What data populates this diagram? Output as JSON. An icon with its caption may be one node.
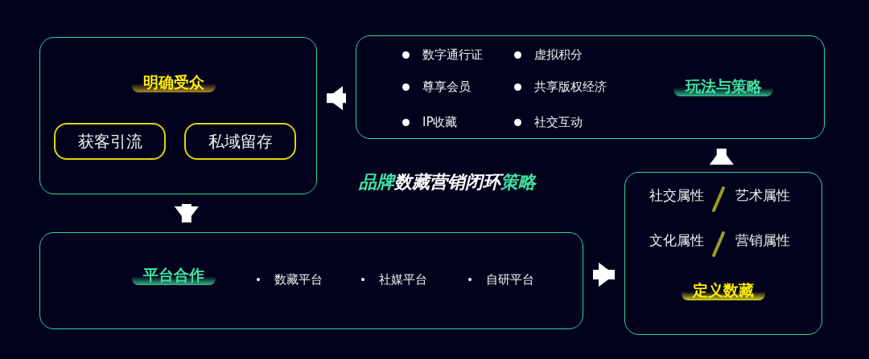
{
  "diagram": {
    "title": "**品牌**数藏营销闭环**策略**",
    "nodes": [
      {
        "text": [
          "明确受众"
        ]
      },
      {
        "text": [
          "获客引流"
        ],
        "in": 0
      },
      {
        "text": [
          "私域留存"
        ],
        "in": 0
      },
      {
        "text": [
          "玩法与策略",
          "数字通行证",
          "虚拟积分",
          "尊享会员",
          "共享版权经济",
          "IP收藏",
          "社交互动"
        ]
      },
      {
        "text": [
          "平台合作",
          "数藏平台",
          "社媒平台",
          "自研平台"
        ]
      },
      {
        "text": [
          "定义数藏",
          "社交属性",
          "艺术属性",
          "文化属性",
          "营销属性"
        ]
      }
    ],
    "edges": [
      {
        "from": 3,
        "to": 0,
        "arrow": "to"
      },
      {
        "from": 0,
        "to": 4,
        "arrow": "to"
      },
      {
        "from": 4,
        "to": 5,
        "arrow": "to"
      },
      {
        "from": 5,
        "to": 3,
        "arrow": "to"
      }
    ]
  }
}
